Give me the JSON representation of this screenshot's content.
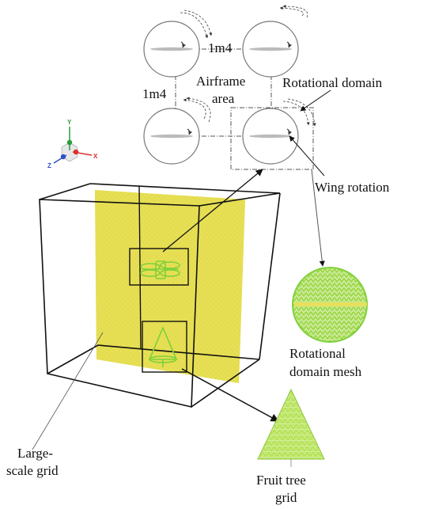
{
  "labels": {
    "dim_top": "1m4",
    "dim_left": "1m4",
    "airframe_line1": "Airframe",
    "airframe_line2": "area",
    "rotational_domain": "Rotational domain",
    "wing_rotation": "Wing rotation",
    "rot_mesh_line1": "Rotational",
    "rot_mesh_line2": "domain mesh",
    "large_line1": "Large-",
    "large_line2": "scale grid",
    "fruit_line1": "Fruit tree",
    "fruit_line2": "grid"
  },
  "axes": {
    "y": "Y",
    "x": "X",
    "z": "Z"
  },
  "colors": {
    "mesh_yellow": "#e8e05a",
    "mesh_green": "#7fd13b",
    "axis_y": "#2a9d3a",
    "axis_x": "#d93030",
    "axis_z": "#3050c8"
  }
}
